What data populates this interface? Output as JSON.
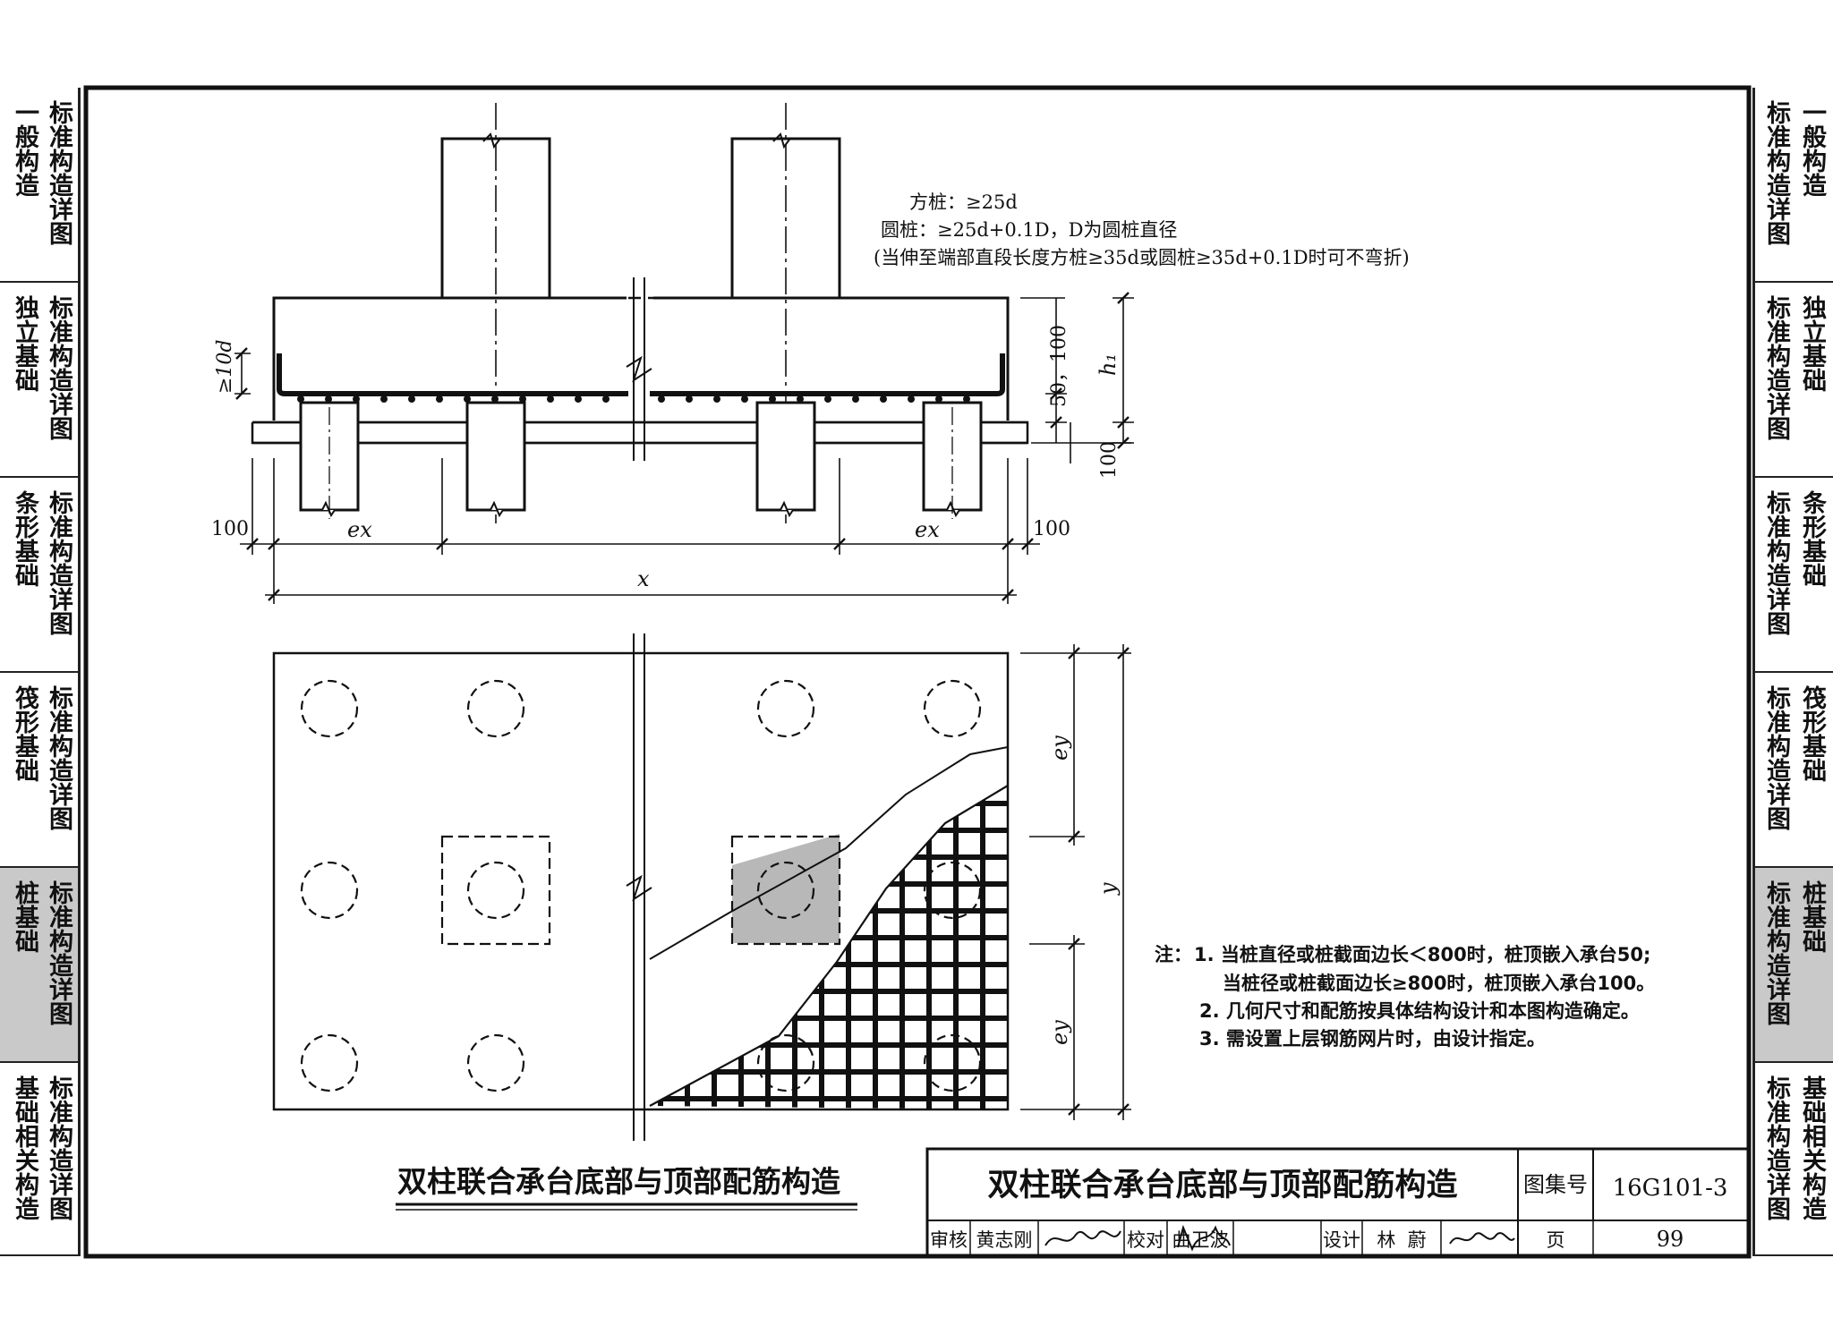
{
  "side_tabs": [
    {
      "label": "一般构造",
      "sub": "标准构造详图",
      "active": false
    },
    {
      "label": "独立基础",
      "sub": "标准构造详图",
      "active": false
    },
    {
      "label": "条形基础",
      "sub": "标准构造详图",
      "active": false
    },
    {
      "label": "筏形基础",
      "sub": "标准构造详图",
      "active": false
    },
    {
      "label": "桩基础",
      "sub": "标准构造详图",
      "active": true
    },
    {
      "label": "基础相关构造",
      "sub": "标准构造详图",
      "active": false
    }
  ],
  "section": {
    "anchorage_line1": "方桩：≥25d",
    "anchorage_line2": "圆桩：≥25d+0.1D，D为圆桩直径",
    "anchorage_line3": "(当伸至端部直段长度方桩≥35d或圆桩≥35d+0.1D时可不弯折)",
    "hook_label": "≥10d",
    "dim_50_100": "50，100",
    "dim_100_right": "100",
    "dim_h1": "h₁",
    "dim_100_bl": "100",
    "dim_100_br": "100",
    "dim_ex_left": "ex",
    "dim_ex_right": "ex",
    "dim_x": "x"
  },
  "plan": {
    "dim_ey_top": "ey",
    "dim_ey_bottom": "ey",
    "dim_y": "y"
  },
  "notes": {
    "prefix": "注：",
    "n1a": "1. 当桩直径或桩截面边长＜800时，桩顶嵌入承台50;",
    "n1b": "当桩径或桩截面边长≥800时，桩顶嵌入承台100。",
    "n2": "2. 几何尺寸和配筋按具体结构设计和本图构造确定。",
    "n3": "3. 需设置上层钢筋网片时，由设计指定。"
  },
  "drawing_title": "双柱联合承台底部与顶部配筋构造",
  "title_block": {
    "title": "双柱联合承台底部与顶部配筋构造",
    "atlas_label": "图集号",
    "atlas_no": "16G101-3",
    "review_label": "审核",
    "reviewer": "黄志刚",
    "check_label": "校对",
    "checker": "曲卫波",
    "design_label": "设计",
    "designer": "林  蔚",
    "page_label": "页",
    "page_no": "99"
  }
}
